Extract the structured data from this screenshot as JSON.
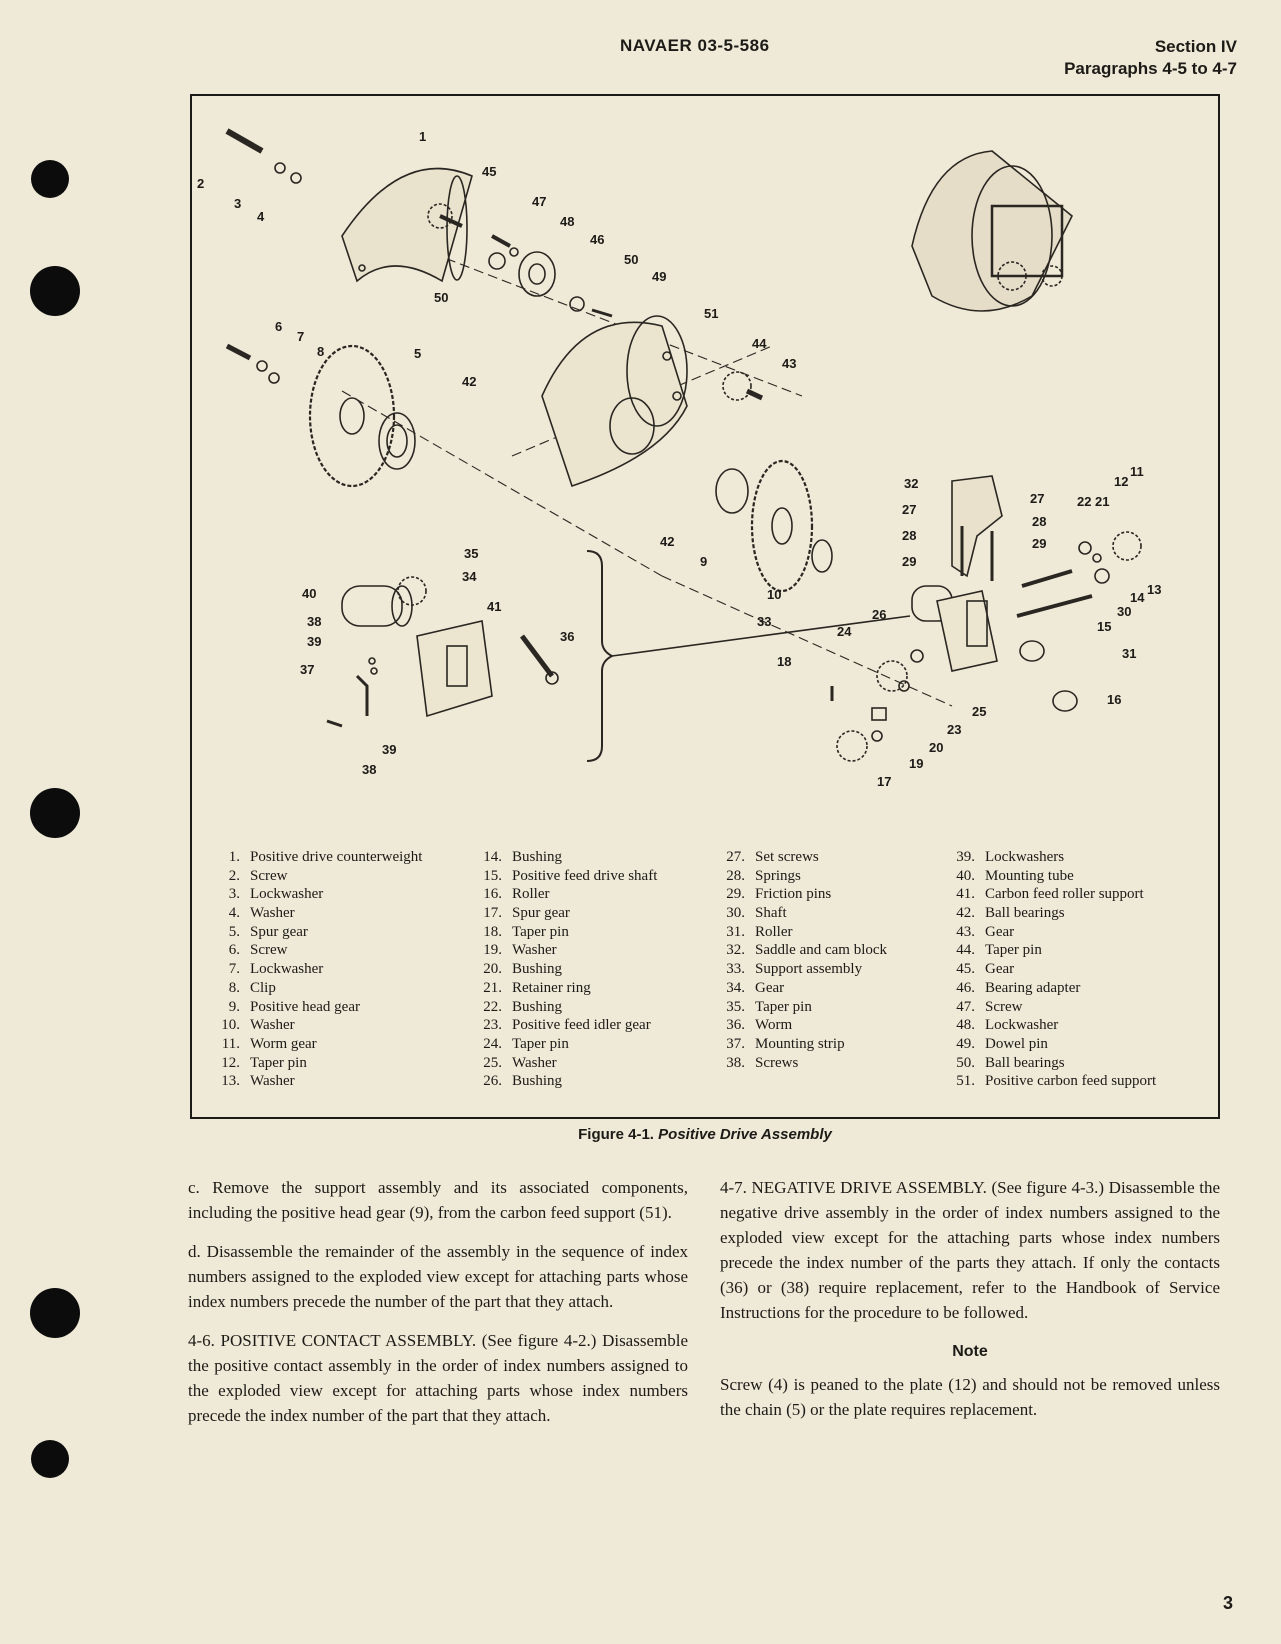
{
  "header": {
    "doc_number": "NAVAER 03-5-586",
    "section": "Section IV",
    "paragraphs": "Paragraphs 4-5 to 4-7"
  },
  "figure": {
    "caption_number": "Figure 4-1.",
    "caption_title": "Positive Drive Assembly",
    "legend": [
      [
        {
          "num": "1.",
          "label": "Positive drive counterweight"
        },
        {
          "num": "2.",
          "label": "Screw"
        },
        {
          "num": "3.",
          "label": "Lockwasher"
        },
        {
          "num": "4.",
          "label": "Washer"
        },
        {
          "num": "5.",
          "label": "Spur gear"
        },
        {
          "num": "6.",
          "label": "Screw"
        },
        {
          "num": "7.",
          "label": "Lockwasher"
        },
        {
          "num": "8.",
          "label": "Clip"
        },
        {
          "num": "9.",
          "label": "Positive head gear"
        },
        {
          "num": "10.",
          "label": "Washer"
        },
        {
          "num": "11.",
          "label": "Worm gear"
        },
        {
          "num": "12.",
          "label": "Taper pin"
        },
        {
          "num": "13.",
          "label": "Washer"
        }
      ],
      [
        {
          "num": "14.",
          "label": "Bushing"
        },
        {
          "num": "15.",
          "label": "Positive feed drive shaft"
        },
        {
          "num": "16.",
          "label": "Roller"
        },
        {
          "num": "17.",
          "label": "Spur gear"
        },
        {
          "num": "18.",
          "label": "Taper pin"
        },
        {
          "num": "19.",
          "label": "Washer"
        },
        {
          "num": "20.",
          "label": "Bushing"
        },
        {
          "num": "21.",
          "label": "Retainer ring"
        },
        {
          "num": "22.",
          "label": "Bushing"
        },
        {
          "num": "23.",
          "label": "Positive feed idler gear"
        },
        {
          "num": "24.",
          "label": "Taper pin"
        },
        {
          "num": "25.",
          "label": "Washer"
        },
        {
          "num": "26.",
          "label": "Bushing"
        }
      ],
      [
        {
          "num": "27.",
          "label": "Set screws"
        },
        {
          "num": "28.",
          "label": "Springs"
        },
        {
          "num": "29.",
          "label": "Friction pins"
        },
        {
          "num": "30.",
          "label": "Shaft"
        },
        {
          "num": "31.",
          "label": "Roller"
        },
        {
          "num": "32.",
          "label": "Saddle and cam block"
        },
        {
          "num": "33.",
          "label": "Support assembly"
        },
        {
          "num": "34.",
          "label": "Gear"
        },
        {
          "num": "35.",
          "label": "Taper pin"
        },
        {
          "num": "36.",
          "label": "Worm"
        },
        {
          "num": "37.",
          "label": "Mounting strip"
        },
        {
          "num": "38.",
          "label": "Screws"
        }
      ],
      [
        {
          "num": "39.",
          "label": "Lockwashers"
        },
        {
          "num": "40.",
          "label": "Mounting tube"
        },
        {
          "num": "41.",
          "label": "Carbon feed roller support"
        },
        {
          "num": "42.",
          "label": "Ball bearings"
        },
        {
          "num": "43.",
          "label": "Gear"
        },
        {
          "num": "44.",
          "label": "Taper pin"
        },
        {
          "num": "45.",
          "label": "Gear"
        },
        {
          "num": "46.",
          "label": "Bearing adapter"
        },
        {
          "num": "47.",
          "label": "Screw"
        },
        {
          "num": "48.",
          "label": "Lockwasher"
        },
        {
          "num": "49.",
          "label": "Dowel pin"
        },
        {
          "num": "50.",
          "label": "Ball bearings"
        },
        {
          "num": "51.",
          "label": "Positive carbon feed support"
        }
      ]
    ],
    "callouts": [
      "1",
      "2",
      "3",
      "4",
      "5",
      "6",
      "7",
      "8",
      "9",
      "10",
      "11",
      "12",
      "13",
      "14",
      "15",
      "16",
      "17",
      "18",
      "19",
      "20",
      "21",
      "22",
      "23",
      "24",
      "25",
      "26",
      "27",
      "28",
      "29",
      "30",
      "31",
      "32",
      "33",
      "34",
      "35",
      "36",
      "37",
      "38",
      "39",
      "40",
      "41",
      "42",
      "43",
      "44",
      "45",
      "46",
      "47",
      "48",
      "49",
      "50",
      "51"
    ]
  },
  "body": {
    "para_c": "c. Remove the support assembly and its associated components, including the positive head gear (9), from the carbon feed support (51).",
    "para_d": "d. Disassemble the remainder of the assembly in the sequence of index numbers assigned to the exploded view except for attaching parts whose index numbers precede the number of the part that they attach.",
    "para_4_6": "4-6. POSITIVE CONTACT ASSEMBLY. (See figure 4-2.) Disassemble the positive contact assembly in the order of index numbers assigned to the exploded view except for attaching parts whose index numbers precede the index number of the part that they attach.",
    "para_4_7": "4-7. NEGATIVE DRIVE ASSEMBLY. (See figure 4-3.) Disassemble the negative drive assembly in the order of index numbers assigned to the exploded view except for the attaching parts whose index numbers precede the index number of the parts they attach. If only the contacts (36) or (38) require replacement, refer to the Handbook of Service Instructions for the procedure to be followed.",
    "note_title": "Note",
    "note_text": "Screw (4) is peaned to the plate (12) and should not be removed unless the chain (5) or the plate requires replacement."
  },
  "page_number": "3"
}
